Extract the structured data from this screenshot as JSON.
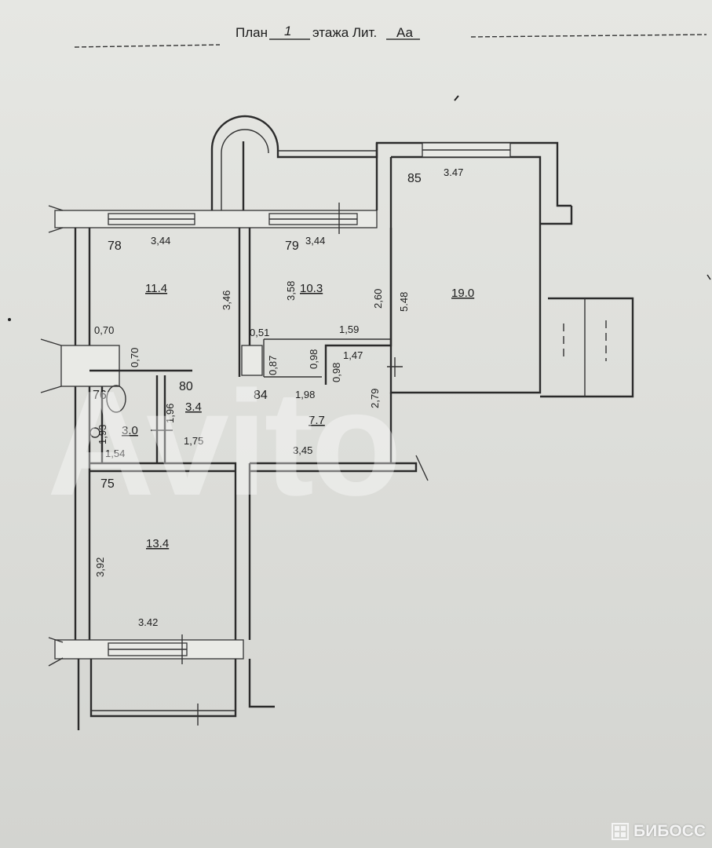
{
  "title": {
    "word_plan": "План",
    "floor_number": "1",
    "word_floor": "этажа Лит.",
    "liter": "Аа"
  },
  "rooms": [
    {
      "id": "78",
      "area": "11.4"
    },
    {
      "id": "79",
      "area": "10.3"
    },
    {
      "id": "85",
      "area": "19.0"
    },
    {
      "id": "80",
      "area": "3.4"
    },
    {
      "id": "76",
      "area": "3.0"
    },
    {
      "id": "84",
      "area": "7.7"
    },
    {
      "id": "75",
      "area": "13.4"
    }
  ],
  "dimensions": {
    "d_78_top": "3,44",
    "d_79_top": "3,44",
    "d_85_top": "3.47",
    "d_78_height": "3,46",
    "d_79_height": "3,58",
    "d_79_right": "2,60",
    "d_85_height": "5.48",
    "d_070_a": "0,70",
    "d_070_b": "0,70",
    "d_051": "0,51",
    "d_087": "0,87",
    "d_098_a": "0,98",
    "d_098_b": "0,98",
    "d_159": "1,59",
    "d_147": "1,47",
    "d_198": "1,98",
    "d_279": "2,79",
    "d_196": "1,96",
    "d_193": "1,93",
    "d_154": "1,54",
    "d_175": "1,75",
    "d_345": "3,45",
    "d_392": "3,92",
    "d_342": "3.42"
  },
  "watermark": "Avito",
  "brand": {
    "name": "БИБОСС",
    "icon": "biboss-logo-icon"
  },
  "colors": {
    "paper": "#dedfdb",
    "ink": "#2b2b2b"
  }
}
